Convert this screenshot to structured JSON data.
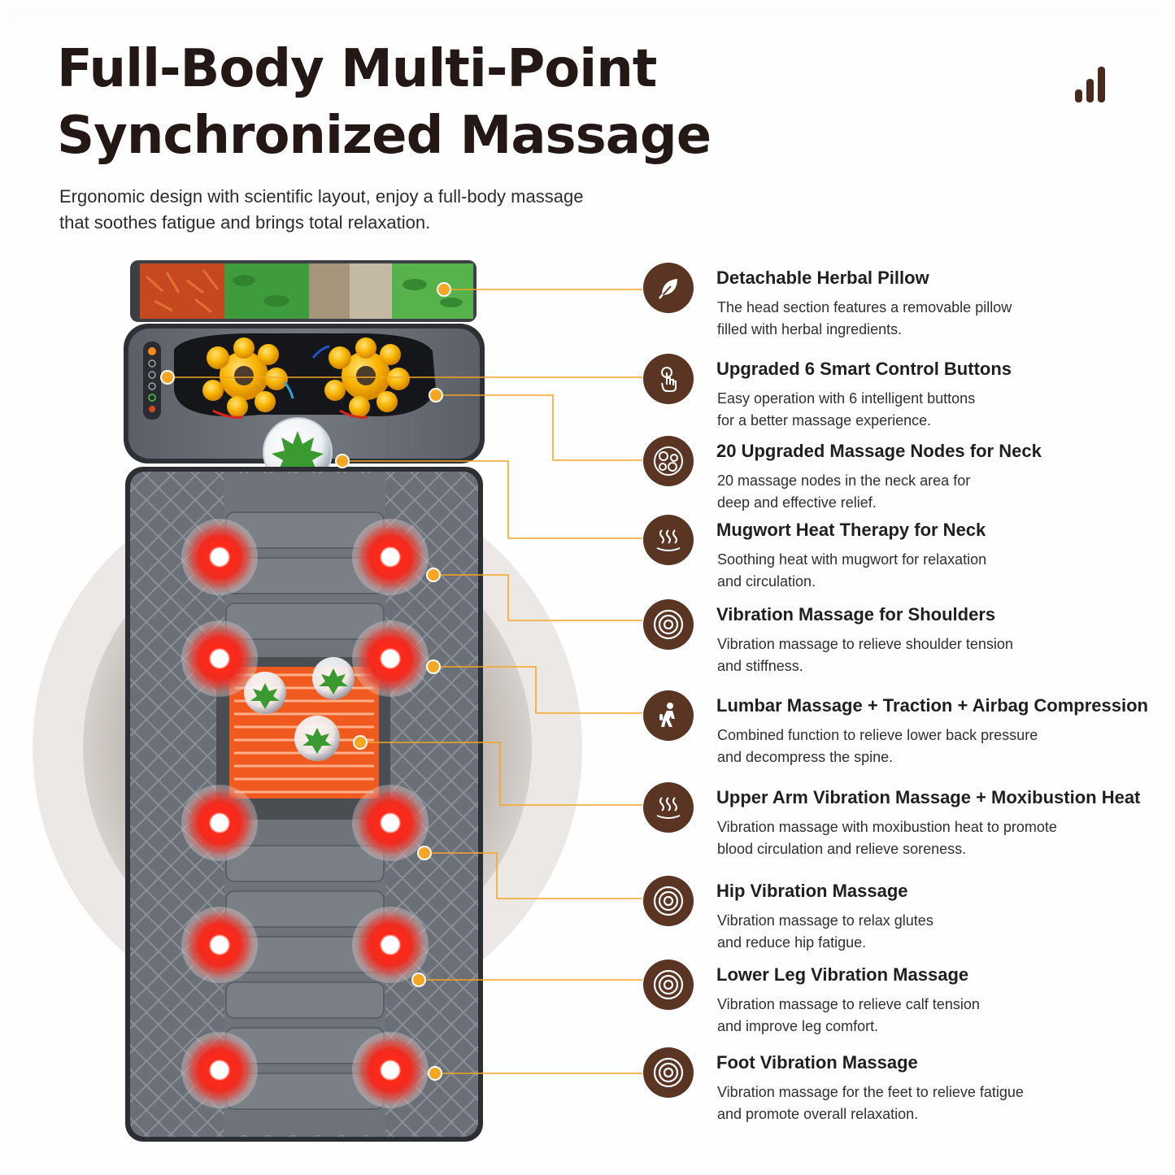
{
  "header": {
    "title_line1": "Full-Body Multi-Point",
    "title_line2": "Synchronized Massage",
    "subtitle_line1": "Ergonomic design with scientific layout, enjoy a full-body massage",
    "subtitle_line2": "that soothes fatigue and brings total relaxation."
  },
  "colors": {
    "accent_brown": "#5a3523",
    "callout_orange": "#f5a623",
    "mat_gray": "#6d7279",
    "heat_red": "#e8261c",
    "node_yellow": "#f7b300"
  },
  "features": [
    {
      "icon": "leaf-icon",
      "title": "Detachable Herbal Pillow",
      "desc1": "The head section features a removable pillow",
      "desc2": "filled with herbal ingredients."
    },
    {
      "icon": "finger-press-icon",
      "title": "Upgraded 6 Smart Control Buttons",
      "desc1": "Easy operation with 6 intelligent buttons",
      "desc2": "for a better massage experience."
    },
    {
      "icon": "massage-nodes-icon",
      "title": "20 Upgraded Massage Nodes for Neck",
      "desc1": "20 massage nodes in the neck area for",
      "desc2": "deep and effective relief."
    },
    {
      "icon": "heat-waves-icon",
      "title": "Mugwort Heat Therapy for Neck",
      "desc1": "Soothing heat with mugwort for relaxation",
      "desc2": "and circulation."
    },
    {
      "icon": "vibration-rings-icon",
      "title": "Vibration Massage for Shoulders",
      "desc1": "Vibration massage to relieve shoulder tension",
      "desc2": "and stiffness."
    },
    {
      "icon": "lumbar-person-icon",
      "title": "Lumbar Massage + Traction + Airbag Compression",
      "desc1": "Combined function to relieve lower back pressure",
      "desc2": "and decompress the spine."
    },
    {
      "icon": "heat-waves-icon",
      "title": "Upper Arm Vibration Massage + Moxibustion Heat",
      "desc1": "Vibration massage with moxibustion heat to promote",
      "desc2": "blood circulation and relieve soreness."
    },
    {
      "icon": "vibration-rings-icon",
      "title": "Hip Vibration Massage",
      "desc1": "Vibration massage to relax glutes",
      "desc2": "and reduce hip fatigue."
    },
    {
      "icon": "vibration-rings-icon",
      "title": "Lower Leg Vibration Massage",
      "desc1": "Vibration massage to relieve calf tension",
      "desc2": "and improve leg comfort."
    },
    {
      "icon": "vibration-rings-icon",
      "title": "Foot Vibration Massage",
      "desc1": "Vibration massage for the feet to relieve fatigue",
      "desc2": "and promote overall relaxation."
    }
  ]
}
